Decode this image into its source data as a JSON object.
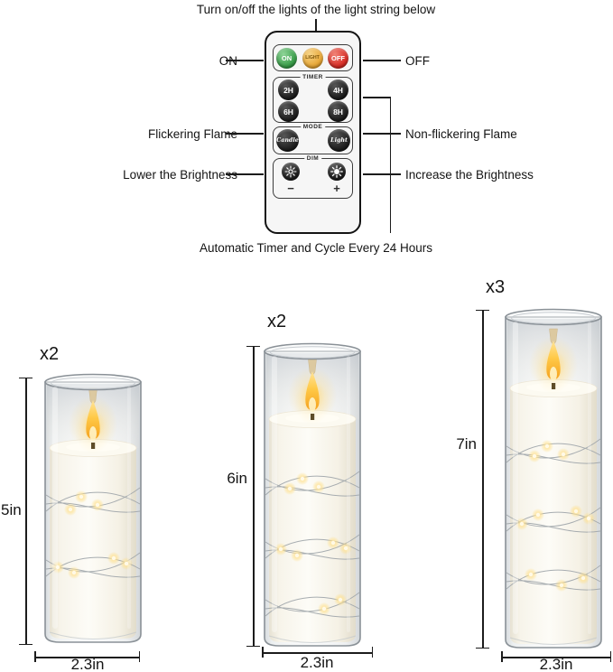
{
  "captions": {
    "top": "Turn on/off the lights of the light string below",
    "bottom": "Automatic Timer and Cycle Every 24 Hours"
  },
  "annotations": {
    "on": "ON",
    "off": "OFF",
    "flickering": "Flickering Flame",
    "non_flickering": "Non-flickering Flame",
    "lower_brightness": "Lower the Brightness",
    "increase_brightness": "Increase the Brightness"
  },
  "remote": {
    "power_on": "ON",
    "power_light": "LIGHT",
    "power_off": "OFF",
    "timer_legend": "TIMER",
    "timer_buttons": [
      "2H",
      "4H",
      "6H",
      "8H"
    ],
    "mode_legend": "MODE",
    "mode_buttons": [
      "Candle",
      "Light"
    ],
    "dim_legend": "DIM",
    "dim_minus": "−",
    "dim_plus": "+"
  },
  "candles": [
    {
      "quantity": "x2",
      "height": "5in",
      "diameter": "2.3in"
    },
    {
      "quantity": "x2",
      "height": "6in",
      "diameter": "2.3in"
    },
    {
      "quantity": "x3",
      "height": "7in",
      "diameter": "2.3in"
    }
  ],
  "colors": {
    "button_green": "#3a9e4a",
    "button_amber": "#e8a838",
    "button_red": "#d92f28",
    "button_black": "#1b1b1b",
    "flame": "#ffc947",
    "led_glow": "#ffe49a",
    "line": "#1c1c1c"
  }
}
